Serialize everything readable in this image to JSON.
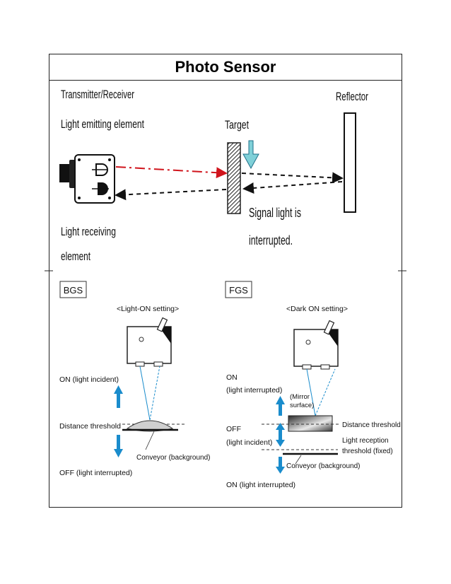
{
  "title": "Photo Sensor",
  "top": {
    "transmitter_receiver": "Transmitter/Receiver",
    "light_emitting": "Light emitting element",
    "target": "Target",
    "reflector": "Reflector",
    "signal_line1": "Signal light is",
    "signal_line2": "interrupted.",
    "light_receiving_line1": "Light receiving",
    "light_receiving_line2": "element"
  },
  "bgs": {
    "tag": "BGS",
    "setting": "<Light-ON setting>",
    "on": "ON (light incident)",
    "threshold": "Distance threshold",
    "off": "OFF (light interrupted)",
    "conveyor": "Conveyor (background)"
  },
  "fgs": {
    "tag": "FGS",
    "setting": "<Dark ON setting>",
    "on_line1": "ON",
    "on_line2": "(light interrupted)",
    "mirror_line1": "(Mirror",
    "mirror_line2": "surface)",
    "off_line1": "OFF",
    "off_line2": "(light incident)",
    "distance_threshold": "Distance threshold",
    "reception_line1": "Light reception",
    "reception_line2": "threshold (fixed)",
    "conveyor": "Conveyor (background)",
    "on_bottom": "ON (light interrupted)"
  },
  "colors": {
    "beam_red": "#d0141c",
    "arrow_blue": "#1a8ccc",
    "target_arrow": "#7fd0d8"
  }
}
